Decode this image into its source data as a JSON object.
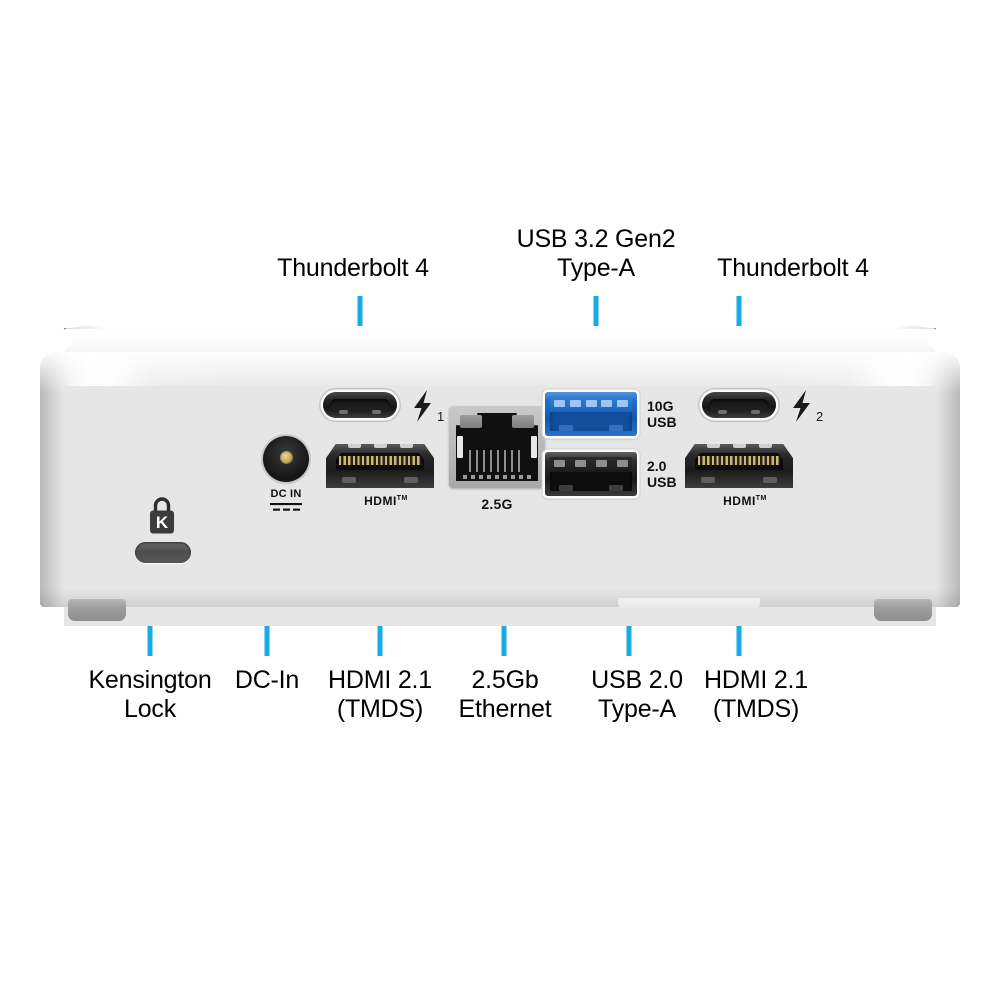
{
  "diagram": {
    "title": "Mini PC rear I/O port callout diagram",
    "accent_color": "#19ABE3",
    "chassis_color": "#E6E6E6",
    "label_color": "#000000"
  },
  "callouts_top": [
    {
      "id": "thunderbolt-1",
      "label": "Thunderbolt  4"
    },
    {
      "id": "usb32-gen2",
      "label": "USB 3.2 Gen2\nType-A"
    },
    {
      "id": "thunderbolt-2",
      "label": "Thunderbolt  4"
    }
  ],
  "callouts_bottom": [
    {
      "id": "kensington",
      "label": "Kensington\nLock"
    },
    {
      "id": "dc-in",
      "label": "DC-In"
    },
    {
      "id": "hdmi-left",
      "label": "HDMI 2.1\n(TMDS)"
    },
    {
      "id": "ethernet",
      "label": "2.5Gb\nEthernet"
    },
    {
      "id": "usb20",
      "label": "USB 2.0\nType-A"
    },
    {
      "id": "hdmi-right",
      "label": "HDMI 2.1\n(TMDS)"
    }
  ],
  "port_markings": {
    "dc_in": "DC IN",
    "thunderbolt_left_index": "1",
    "thunderbolt_right_index": "2",
    "hdmi_left": "HDMI",
    "hdmi_left_tm": "TM",
    "hdmi_right": "HDMI",
    "hdmi_right_tm": "TM",
    "ethernet_speed": "2.5G",
    "usb_top_line1": "10G",
    "usb_top_line2": "USB",
    "usb_bottom_line1": "2.0",
    "usb_bottom_line2": "USB",
    "kensington_glyph": "K"
  }
}
